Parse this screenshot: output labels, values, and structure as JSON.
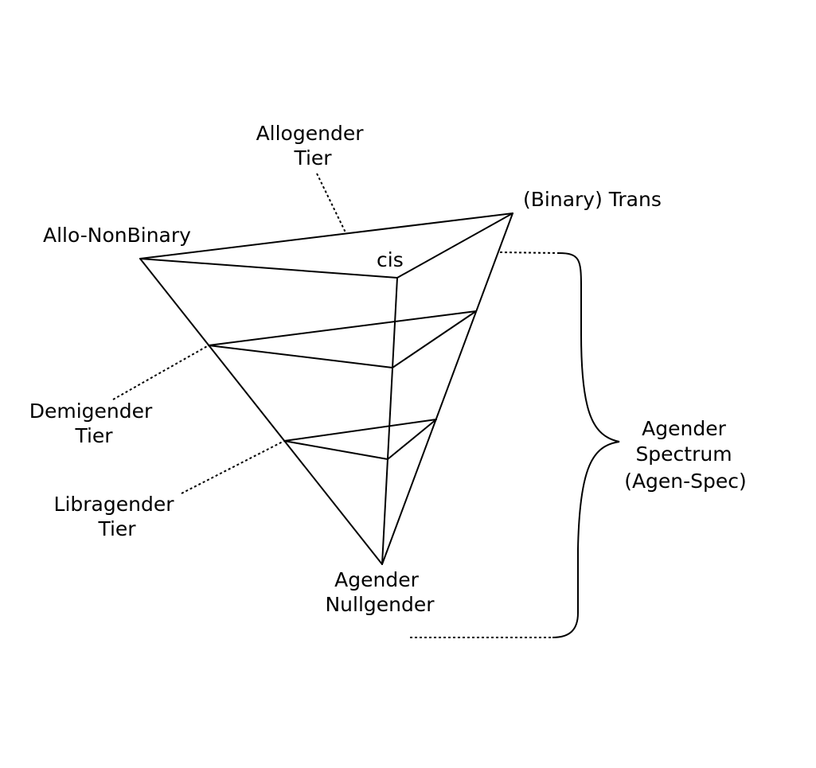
{
  "diagram": {
    "title": "",
    "labels": {
      "allogender_tier": [
        "Allogender",
        "Tier"
      ],
      "binary_trans": "(Binary) Trans",
      "allo_nonbinary": "Allo-NonBinary",
      "cis": "cis",
      "demigender_tier": [
        "Demigender",
        "Tier"
      ],
      "libragender_tier": [
        "Libragender",
        "Tier"
      ],
      "agender_nullgender": [
        "Agender",
        "Nullgender"
      ],
      "agender_spectrum": [
        "Agender",
        "Spectrum",
        "(Agen-Spec)"
      ]
    },
    "colors": {
      "line": "#000000",
      "text": "#000000",
      "background": "#ffffff"
    }
  }
}
